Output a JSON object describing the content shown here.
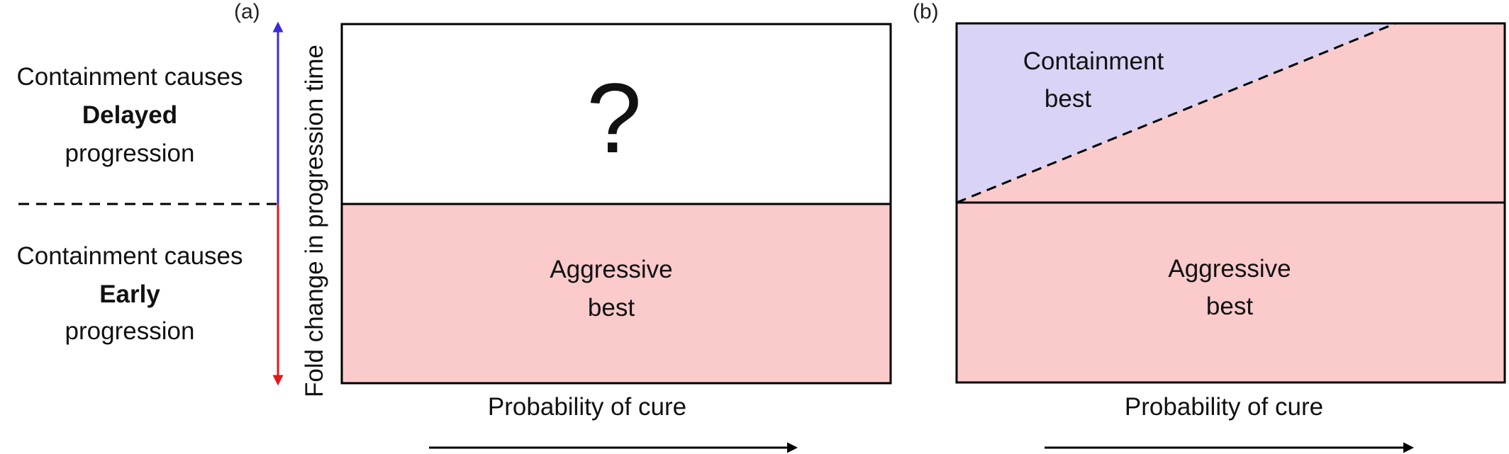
{
  "panel_a": {
    "label": "(a)",
    "upper_text": {
      "line1": "Containment causes",
      "line2": "Delayed",
      "line3": "progression"
    },
    "lower_text": {
      "line1": "Containment causes",
      "line2": "Early",
      "line3": "progression"
    },
    "y_axis_label": "Fold change in progression time",
    "question_mark": "?",
    "region_lower": {
      "line1": "Aggressive",
      "line2": "best"
    },
    "x_axis_label": "Probability of cure"
  },
  "panel_b": {
    "label": "(b)",
    "region_upper": {
      "line1": "Containment",
      "line2": "best"
    },
    "region_lower": {
      "line1": "Aggressive",
      "line2": "best"
    },
    "x_axis_label": "Probability of cure"
  },
  "colors": {
    "aggressive_fill": "#fbcaca",
    "containment_fill": "#d9d4f6",
    "delayed_arrow": "#3c2bd6",
    "early_arrow": "#e5171c",
    "line": "#000000"
  }
}
